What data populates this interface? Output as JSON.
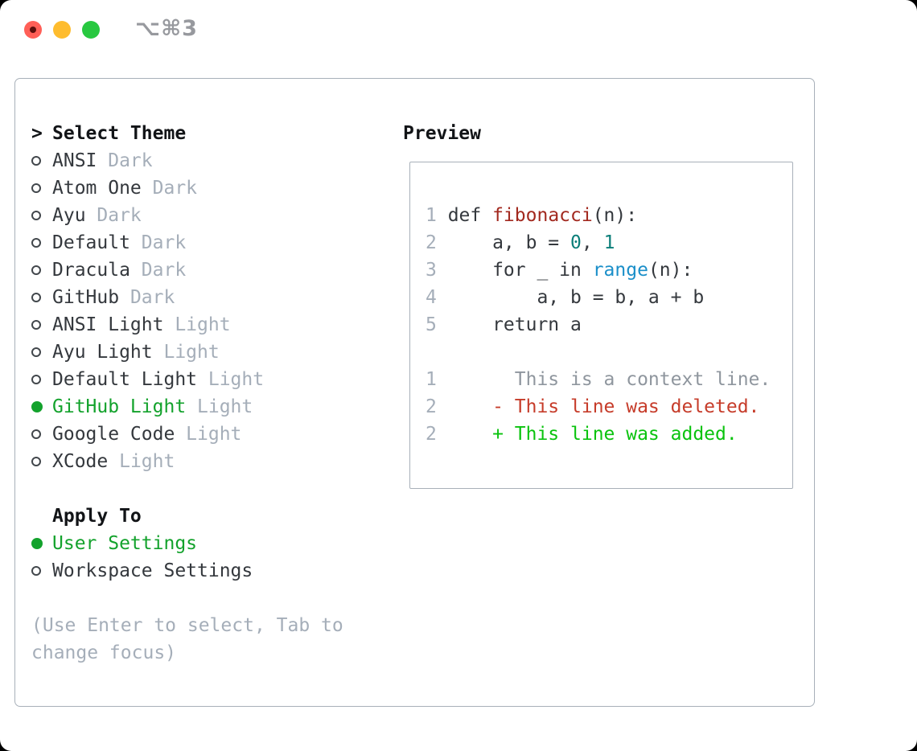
{
  "titlebar": {
    "title": "⌥⌘3"
  },
  "theme_panel": {
    "header": {
      "prompt": ">",
      "label": "Select Theme"
    },
    "themes": [
      {
        "name": "ANSI",
        "tag": "Dark",
        "selected": false
      },
      {
        "name": "Atom One",
        "tag": "Dark",
        "selected": false
      },
      {
        "name": "Ayu",
        "tag": "Dark",
        "selected": false
      },
      {
        "name": "Default",
        "tag": "Dark",
        "selected": false
      },
      {
        "name": "Dracula",
        "tag": "Dark",
        "selected": false
      },
      {
        "name": "GitHub",
        "tag": "Dark",
        "selected": false
      },
      {
        "name": "ANSI Light",
        "tag": "Light",
        "selected": false
      },
      {
        "name": "Ayu Light",
        "tag": "Light",
        "selected": false
      },
      {
        "name": "Default Light",
        "tag": "Light",
        "selected": false
      },
      {
        "name": "GitHub Light",
        "tag": "Light",
        "selected": true
      },
      {
        "name": "Google Code",
        "tag": "Light",
        "selected": false
      },
      {
        "name": "XCode",
        "tag": "Light",
        "selected": false
      }
    ],
    "apply_to": {
      "label": "Apply To",
      "options": [
        {
          "name": "User Settings",
          "selected": true
        },
        {
          "name": "Workspace Settings",
          "selected": false
        }
      ]
    },
    "help": {
      "line1": "(Use Enter to select, Tab to",
      "line2": "change focus)"
    }
  },
  "preview": {
    "label": "Preview",
    "lines": [
      {
        "num": "1",
        "tokens": [
          {
            "c": "plain",
            "t": "def "
          },
          {
            "c": "func",
            "t": "fibonacci"
          },
          {
            "c": "plain",
            "t": "(n):"
          }
        ]
      },
      {
        "num": "2",
        "tokens": [
          {
            "c": "plain",
            "t": "    a, b = "
          },
          {
            "c": "num",
            "t": "0"
          },
          {
            "c": "plain",
            "t": ", "
          },
          {
            "c": "num",
            "t": "1"
          }
        ]
      },
      {
        "num": "3",
        "tokens": [
          {
            "c": "plain",
            "t": "    for _ in "
          },
          {
            "c": "builtin",
            "t": "range"
          },
          {
            "c": "plain",
            "t": "(n):"
          }
        ]
      },
      {
        "num": "4",
        "tokens": [
          {
            "c": "plain",
            "t": "        a, b = b, a + b"
          }
        ]
      },
      {
        "num": "5",
        "tokens": [
          {
            "c": "plain",
            "t": "    return a"
          }
        ]
      },
      {
        "num": "",
        "tokens": []
      },
      {
        "num": "1",
        "tokens": [
          {
            "c": "context",
            "t": "      This is a context line."
          }
        ]
      },
      {
        "num": "2",
        "tokens": [
          {
            "c": "deleted",
            "t": "    - This line was deleted."
          }
        ]
      },
      {
        "num": "2",
        "tokens": [
          {
            "c": "added",
            "t": "    + This line was added."
          }
        ]
      }
    ]
  },
  "colors": {
    "selected_green": "#13a22c",
    "added_green": "#0ac30e",
    "deleted_red": "#c63c2a",
    "function_red": "#a2291f",
    "number_teal": "#0b7e79",
    "builtin_blue": "#1b8fc9",
    "context_gray": "#8f969e",
    "muted_gray": "#a5aeb9",
    "text_dark": "#34383d",
    "traffic_red": "#ff5f57",
    "traffic_yellow": "#febc2e",
    "traffic_green": "#28c840"
  }
}
